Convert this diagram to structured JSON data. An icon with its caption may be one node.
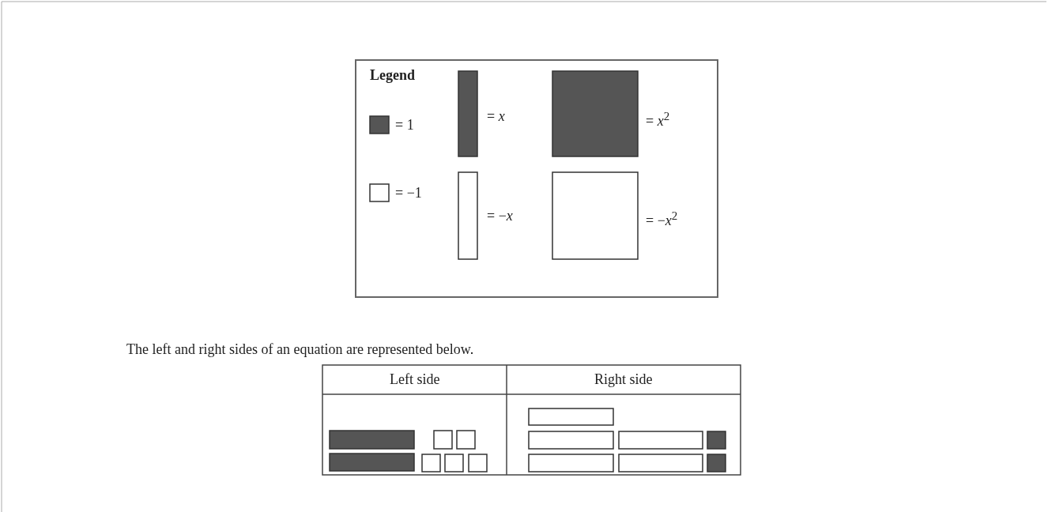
{
  "diagram": {
    "labels": [
      "Legend",
      "The left and right sides of an equation are represented below.",
      "Left side",
      "Right side"
    ],
    "legend": [
      {
        "text": "= 1"
      },
      {
        "text": "= *x*"
      },
      {
        "text": "= *x*$^{2}$"
      },
      {
        "text": "= −1"
      },
      {
        "text": "= −*x*"
      },
      {
        "text": "= −*x*$^{2}$"
      }
    ]
  }
}
